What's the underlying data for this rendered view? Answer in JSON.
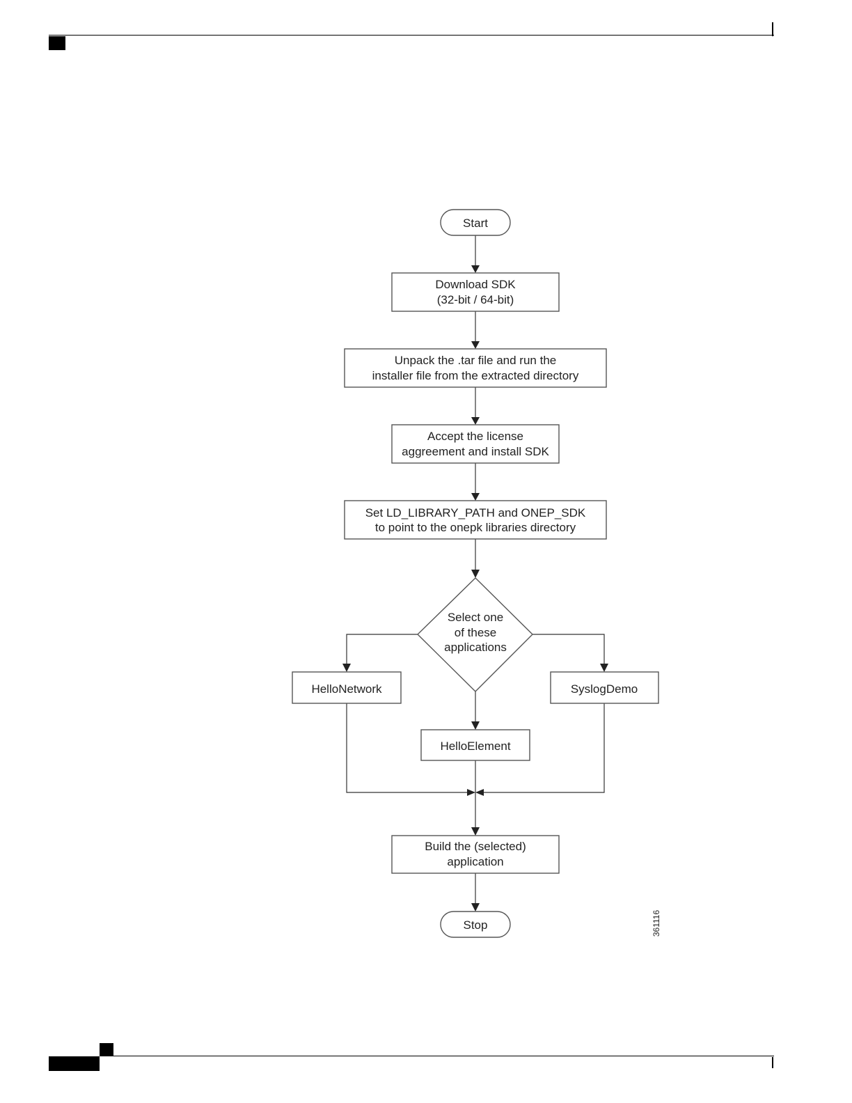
{
  "flowchart": {
    "start": "Start",
    "download_sdk": {
      "line1": "Download  SDK",
      "line2": "(32-bit / 64-bit)"
    },
    "unpack": {
      "line1": "Unpack the .tar file and run the",
      "line2": "installer file from the extracted directory"
    },
    "accept_license": {
      "line1": "Accept the license",
      "line2": "aggreement and install SDK"
    },
    "set_paths": {
      "line1": "Set LD_LIBRARY_PATH and ONEP_SDK",
      "line2": "to point to the onepk libraries directory"
    },
    "decision": {
      "line1": "Select one",
      "line2": "of these",
      "line3": "applications"
    },
    "hello_network": "HelloNetwork",
    "hello_element": "HelloElement",
    "syslog_demo": "SyslogDemo",
    "build": {
      "line1": "Build  the (selected)",
      "line2": "application"
    },
    "stop": "Stop",
    "figure_id": "361116"
  }
}
